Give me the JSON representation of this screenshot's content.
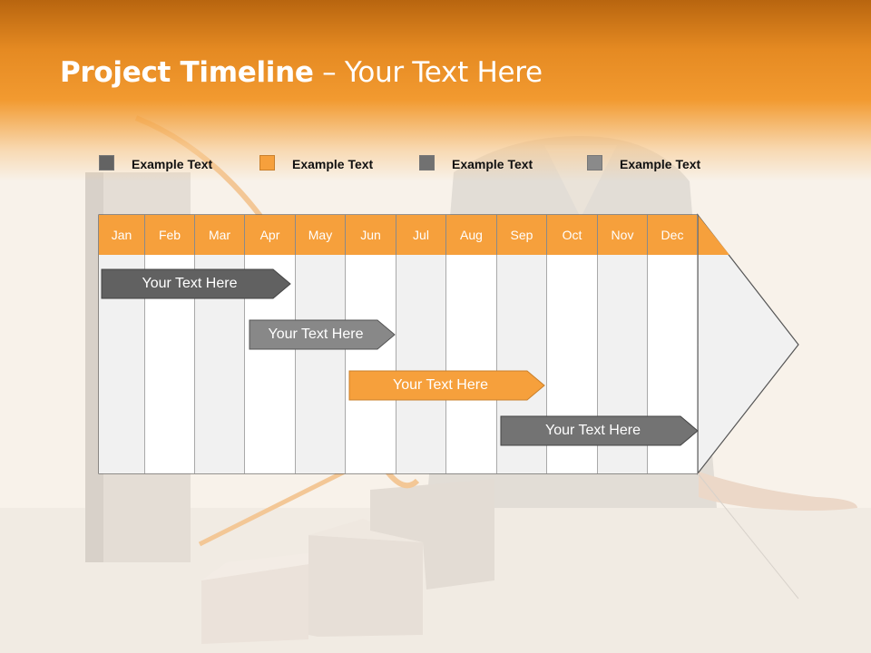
{
  "title": {
    "bold": "Project Timeline",
    "rest": " – Your Text Here"
  },
  "legend": [
    {
      "label": "Example Text",
      "color": "#636363"
    },
    {
      "label": "Example Text",
      "color": "#f6a03c"
    },
    {
      "label": "Example Text",
      "color": "#717171"
    },
    {
      "label": "Example Text",
      "color": "#8a8a8a"
    }
  ],
  "months": [
    "Jan",
    "Feb",
    "Mar",
    "Apr",
    "May",
    "Jun",
    "Jul",
    "Aug",
    "Sep",
    "Oct",
    "Nov",
    "Dec"
  ],
  "tasks": [
    {
      "label": "Your  Text Here",
      "color": "#616161"
    },
    {
      "label": "Your  Text Here",
      "color": "#888888"
    },
    {
      "label": "Your  Text Here",
      "color": "#f6a03c"
    },
    {
      "label": "Your  Text Here",
      "color": "#737373"
    }
  ],
  "colors": {
    "header_orange": "#f29a30",
    "month_band": "#f6a03c",
    "column_light": "#f1f1f1",
    "column_white": "#ffffff"
  }
}
